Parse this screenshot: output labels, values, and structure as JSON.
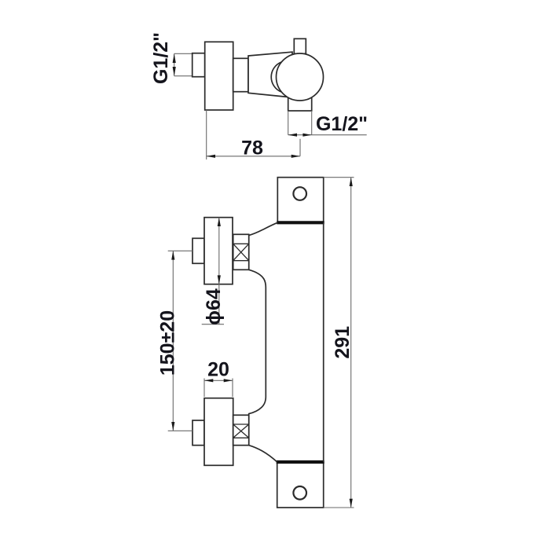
{
  "page": {
    "background": "#ffffff"
  },
  "colors": {
    "outline": "#2b2b2b",
    "dimension_line": "#6a6a6a",
    "arrow": "#1a1a1a",
    "text": "#14141c",
    "wall_line": "#111111"
  },
  "top_view": {
    "inlet_thread_label": "G1/2\"",
    "outlet_thread_label": "G1/2\"",
    "wall_to_outlet_distance": "78"
  },
  "front_view": {
    "handle_diameter": "ϕ64",
    "inlet_centers_distance": "150±20",
    "handle_width": "20",
    "overall_height": "291"
  }
}
